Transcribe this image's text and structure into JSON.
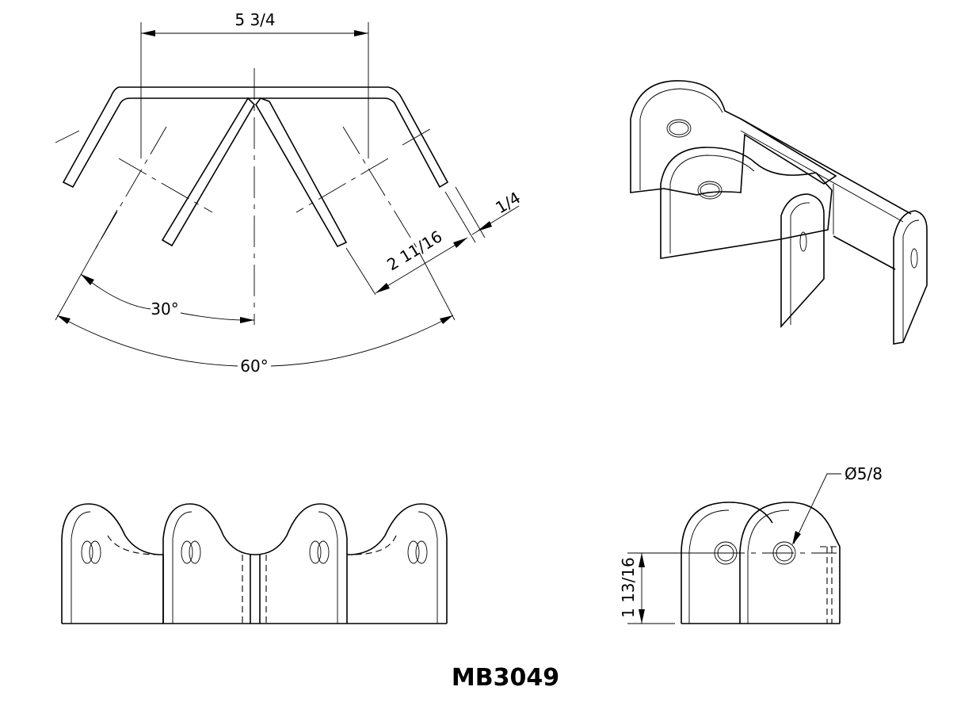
{
  "dimensions": {
    "top_width": "5 3/4",
    "thickness": "1/4",
    "flange_length": "2 11/16",
    "angle_inner": "30°",
    "angle_outer": "60°",
    "height": "1 13/16",
    "hole_diameter": "Ø5/8"
  },
  "part_number": "MB3049"
}
